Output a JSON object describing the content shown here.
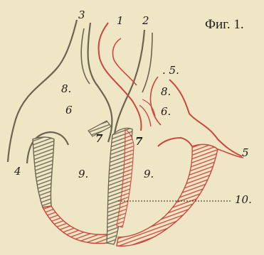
{
  "figure": {
    "title": "Фиг. 1.",
    "colors": {
      "background": "#efe6c6",
      "ink": "#6b6550",
      "red": "#c9473e"
    },
    "labels": {
      "l1": "1",
      "l2": "2",
      "l3": "3",
      "l4": "4",
      "l5a": ". 5.",
      "l5b": "5",
      "l6a": "6",
      "l6b": "6.",
      "l7a": "7",
      "l7b": "7",
      "l8a": "8.",
      "l8b": "8.",
      "l9a": "9.",
      "l9b": "9.",
      "l10": "10."
    }
  }
}
